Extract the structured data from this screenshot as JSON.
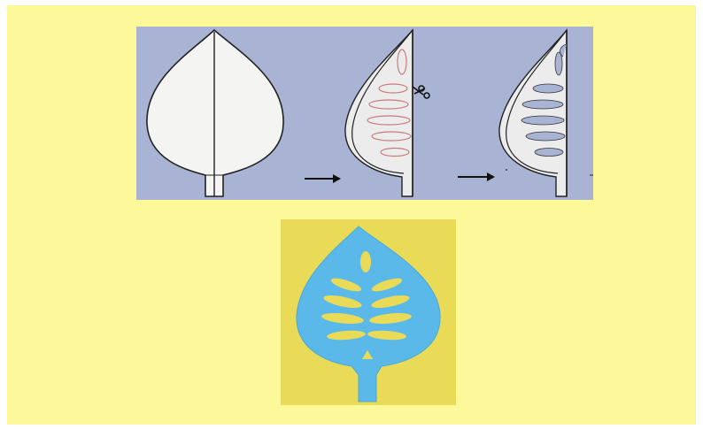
{
  "slide": {
    "background_color": "#fdf89a"
  },
  "instruction_panel": {
    "background_color": "#a9b4d4",
    "steps": [
      {
        "name": "folded-leaf-outline"
      },
      {
        "name": "leaf-with-drawn-vein-slits"
      },
      {
        "name": "leaf-with-cut-slits"
      }
    ],
    "arrow_icon": "right-arrow-icon",
    "scissors_icon": "scissors-icon"
  },
  "result_panel": {
    "background_color": "#e9da58",
    "leaf_color": "#5ab9e8"
  }
}
